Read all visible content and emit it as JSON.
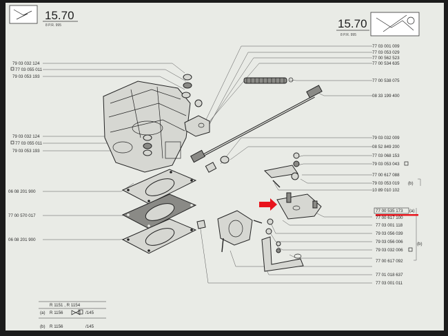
{
  "header": {
    "section_left": "15.70",
    "sub_left": "8  P.R. 995",
    "section_right": "15.70",
    "sub_right": "8  P.R. 995"
  },
  "labels_left": [
    "79 03 032 124",
    "77 03 055 011",
    "79 03 053 193",
    "79 03 032 124",
    "77 03 055 011",
    "79 03 053 193",
    "06 08 201 900",
    "77 00 570 017",
    "06 08 201 900"
  ],
  "labels_right": [
    "77 03 001 009",
    "77 03 053 029",
    "77 00 562 523",
    "77 00 534 635",
    "77 00 538 075",
    "08 33 199 400",
    "79 03 032 009",
    "08 52 849 200",
    "77 03 068 153",
    "79 03 053 043",
    "77 00 617 088",
    "79 03 053 019",
    "10 89 010 102",
    "77 00 535 173",
    "77 00 617 100",
    "77 03 001 118",
    "79 03 056 039",
    "79 03 056 006",
    "79 03 032 006",
    "77 00 617 092",
    "77 01 018 637",
    "77 03 001 011"
  ],
  "bracket_marks": {
    "b_upper": "(b)",
    "a": "(a)",
    "b_lower": "(b)"
  },
  "footer_table": {
    "row1_models": "R 1151 , R 1154",
    "row2_key": "(a)",
    "row2_model": "R 1156",
    "row2_ref": "/145",
    "row3_key": "(b)",
    "row3_model": "R 1156",
    "row3_ref": "/145"
  },
  "colors": {
    "highlight": "#e8141c",
    "paper": "#e9ebe6"
  }
}
